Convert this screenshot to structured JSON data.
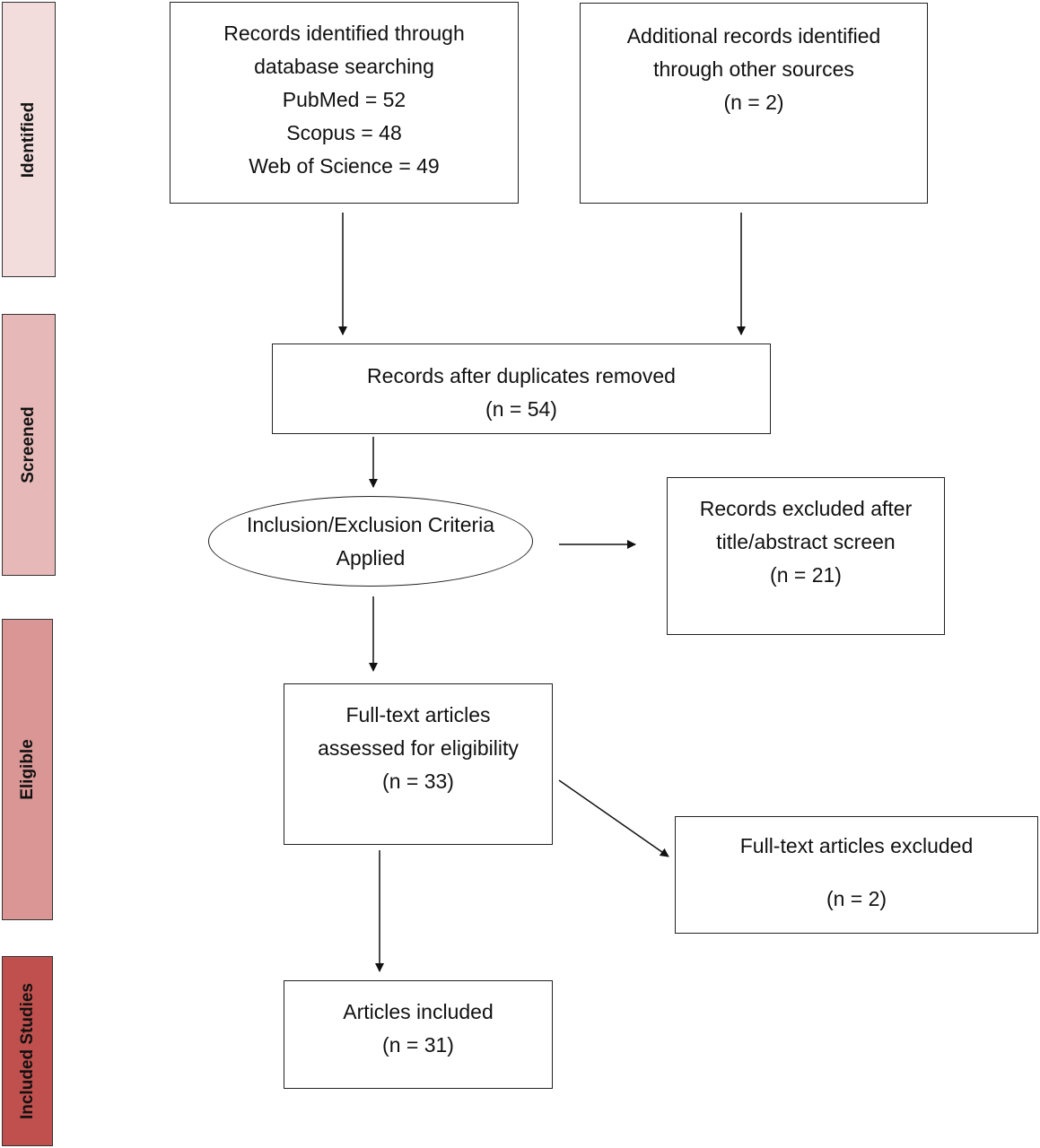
{
  "phases": {
    "identified": {
      "label": "Identified",
      "color": "#f2dcdc"
    },
    "screened": {
      "label": "Screened",
      "color": "#e6b9b8"
    },
    "eligible": {
      "label": "Eligible",
      "color": "#d99694"
    },
    "included": {
      "label": "Included Studies",
      "color": "#c0504d"
    }
  },
  "boxes": {
    "database_search": {
      "lines": [
        "Records identified through",
        "database searching",
        "PubMed = 52",
        "Scopus = 48",
        "Web of Science = 49"
      ]
    },
    "other_sources": {
      "lines": [
        "Additional records identified",
        "through other sources",
        "(n = 2)"
      ]
    },
    "duplicates_removed": {
      "lines": [
        "Records after duplicates removed",
        "(n = 54)"
      ]
    },
    "criteria_applied": {
      "lines": [
        "Inclusion/Exclusion Criteria",
        "Applied"
      ]
    },
    "excluded_title_abstract": {
      "lines": [
        "Records excluded after",
        "title/abstract screen",
        "(n = 21)"
      ]
    },
    "fulltext_assessed": {
      "lines": [
        "Full-text articles",
        "assessed for eligibility",
        "(n = 33)"
      ]
    },
    "fulltext_excluded": {
      "lines": [
        "Full-text articles excluded",
        "(n = 2)"
      ]
    },
    "articles_included": {
      "lines": [
        "Articles included",
        "(n = 31)"
      ]
    }
  }
}
